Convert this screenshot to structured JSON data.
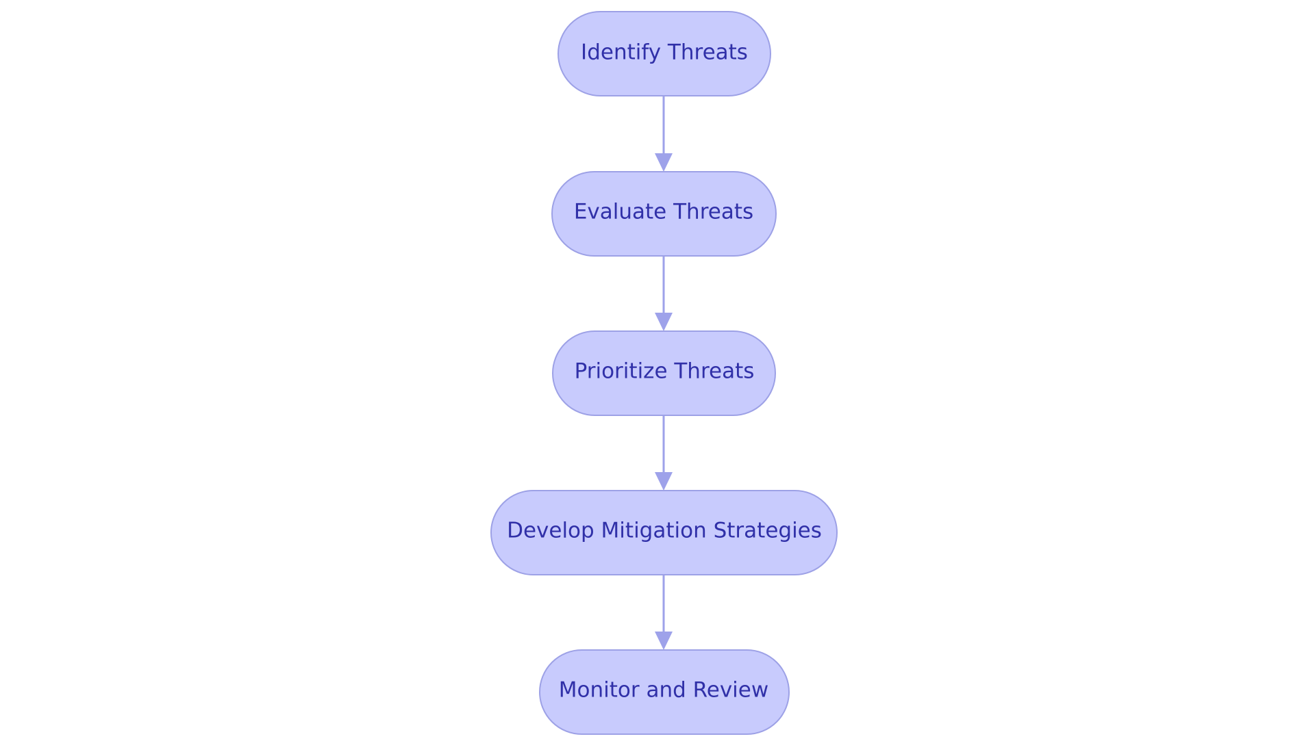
{
  "colors": {
    "node_fill": "#c8cbfd",
    "node_stroke": "#9da1e6",
    "edge": "#9ea2ea",
    "label_text": "#3030a8",
    "background": "#ffffff"
  },
  "flowchart": {
    "nodes": [
      {
        "id": "identify",
        "label": "Identify Threats"
      },
      {
        "id": "evaluate",
        "label": "Evaluate Threats"
      },
      {
        "id": "prioritize",
        "label": "Prioritize Threats"
      },
      {
        "id": "mitigate",
        "label": "Develop Mitigation Strategies"
      },
      {
        "id": "monitor",
        "label": "Monitor and Review"
      }
    ],
    "edges": [
      {
        "from": "identify",
        "to": "evaluate"
      },
      {
        "from": "evaluate",
        "to": "prioritize"
      },
      {
        "from": "prioritize",
        "to": "mitigate"
      },
      {
        "from": "mitigate",
        "to": "monitor"
      }
    ]
  }
}
